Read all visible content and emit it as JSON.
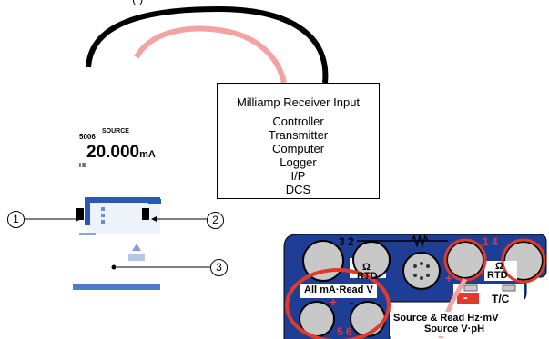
{
  "wire_label": "(        )",
  "receiver_box": {
    "header": "Milliamp Receiver Input",
    "items": [
      "Controller",
      "Transmitter",
      "Computer",
      "Logger",
      "I/P",
      "DCS"
    ]
  },
  "display": {
    "mode_code": "5006",
    "mode_label": "SOURCE",
    "value": "20.000",
    "unit": "mA",
    "range": "HI"
  },
  "callouts": [
    "1",
    "2",
    "3"
  ],
  "panel": {
    "left_top_numbers": "3 2",
    "right_top_numbers": "1 4",
    "omega_left": "Ω",
    "omega_right": "Ω",
    "rtd_left": "RTD",
    "rtd_right": "RTD",
    "tc_label": "T/C",
    "tc_minus": "-",
    "all_ma_label": "All mA·Read V",
    "plus_mark": "+",
    "minus_mark": "-",
    "bottom_numbers": "5 6",
    "source_read_line1": "Source & Read Hz·mV",
    "source_read_line2": "Source V·pH",
    "plus_red": "+"
  },
  "colors": {
    "wire_black": "#000000",
    "wire_pink": "#f4a3a3",
    "panel_blue": "#1e3e96",
    "highlight_red": "#e03a2a",
    "jack_grey": "#c8c8c8"
  }
}
